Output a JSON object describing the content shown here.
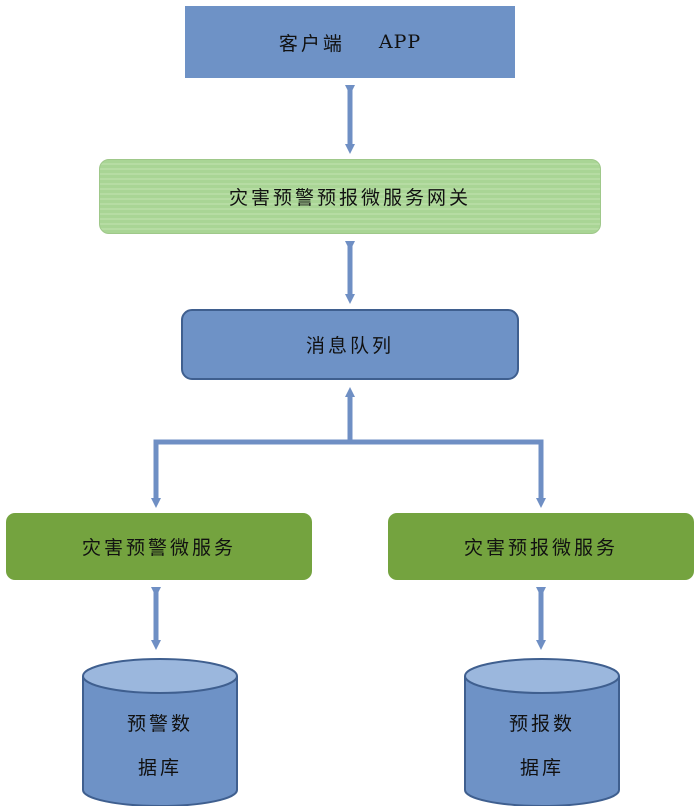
{
  "client": {
    "label": "客户端",
    "app": "APP"
  },
  "gateway": {
    "label": "灾害预警预报微服务网关"
  },
  "message_queue": {
    "label": "消息队列"
  },
  "services": {
    "warning": {
      "label": "灾害预警微服务"
    },
    "forecast": {
      "label": "灾害预报微服务"
    }
  },
  "databases": {
    "warning": {
      "line1": "预警数",
      "line2": "据库"
    },
    "forecast": {
      "line1": "预报数",
      "line2": "据库"
    }
  },
  "colors": {
    "blue_box": "#6e92c6",
    "green_gateway": "#a9d595",
    "green_service": "#74a33f",
    "arrow": "#6f8fc4"
  }
}
